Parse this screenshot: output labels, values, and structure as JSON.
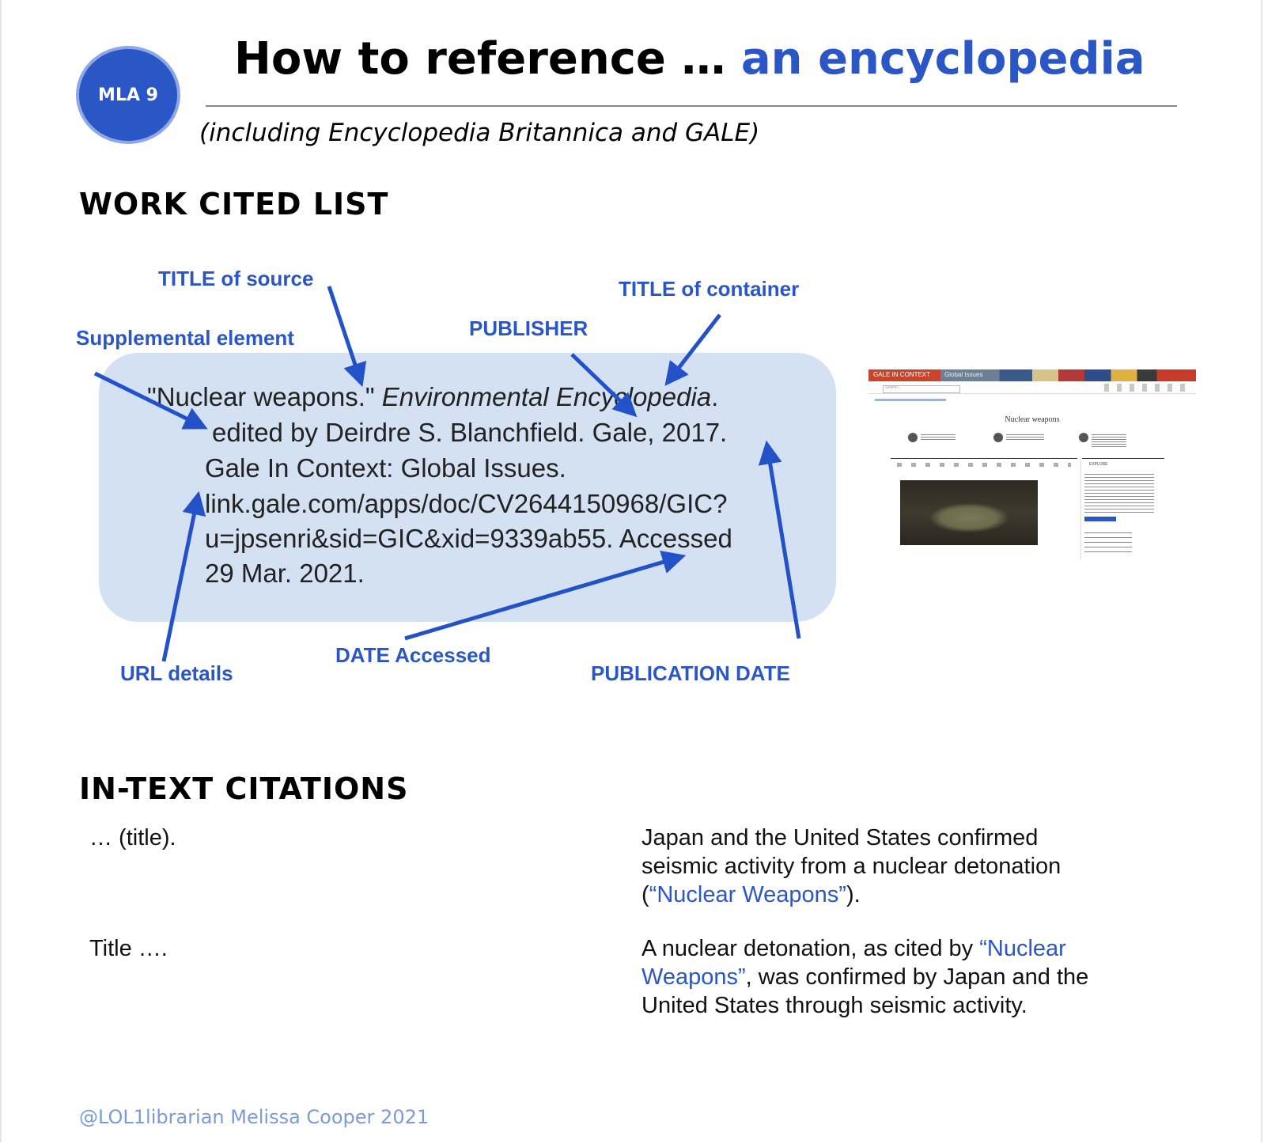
{
  "badge": {
    "label": "MLA 9"
  },
  "header": {
    "title_prefix": "How to reference … ",
    "title_accent": "an encyclopedia",
    "subtitle": "(including Encyclopedia Britannica and GALE)"
  },
  "works_cited": {
    "heading": "WORK CITED LIST",
    "citation": {
      "line1_quoted": "\"Nuclear weapons.\" ",
      "line1_italic": "Environmental Encyclopedia",
      "line1_end": ".",
      "line2": "edited by Deirdre S. Blanchfield. Gale, 2017.",
      "line3": "Gale In Context: Global Issues.",
      "line4": "link.gale.com/apps/doc/CV2644150968/GIC?",
      "line5": "u=jpsenri&sid=GIC&xid=9339ab55. Accessed",
      "line6": "29 Mar. 2021."
    },
    "annotations": {
      "title_of_source": "TITLE of source",
      "title_of_container": "TITLE of container",
      "supplemental_element": "Supplemental element",
      "publisher": "PUBLISHER",
      "url_details": "URL details",
      "date_accessed": "DATE Accessed",
      "publication_date": "PUBLICATION DATE"
    },
    "thumbnail": {
      "brand": "GALE IN CONTEXT",
      "collection": "Global Issues",
      "search_placeholder": "Search...",
      "doc_title": "Nuclear weapons",
      "explore_label": "EXPLORE"
    }
  },
  "in_text": {
    "heading": "IN-TEXT CITATIONS",
    "example1": {
      "pattern": "… (title).",
      "sentence_a": "Japan and the United States confirmed",
      "sentence_b": "seismic activity from a nuclear detonation",
      "open": "(",
      "link": "“Nuclear Weapons”",
      "close": ")."
    },
    "example2": {
      "pattern": "Title ….",
      "sentence_a": "A nuclear detonation, as cited by ",
      "link_a": "“Nuclear",
      "link_b": "Weapons”",
      "sentence_b": ", was confirmed by Japan and the",
      "sentence_c": "United States through seismic activity."
    }
  },
  "footer": {
    "credit": "@LOL1librarian Melissa Cooper 2021"
  },
  "colors": {
    "accent": "#2a56c6",
    "citation_box": "#d4e1f3",
    "credit": "#7b9bd6"
  }
}
